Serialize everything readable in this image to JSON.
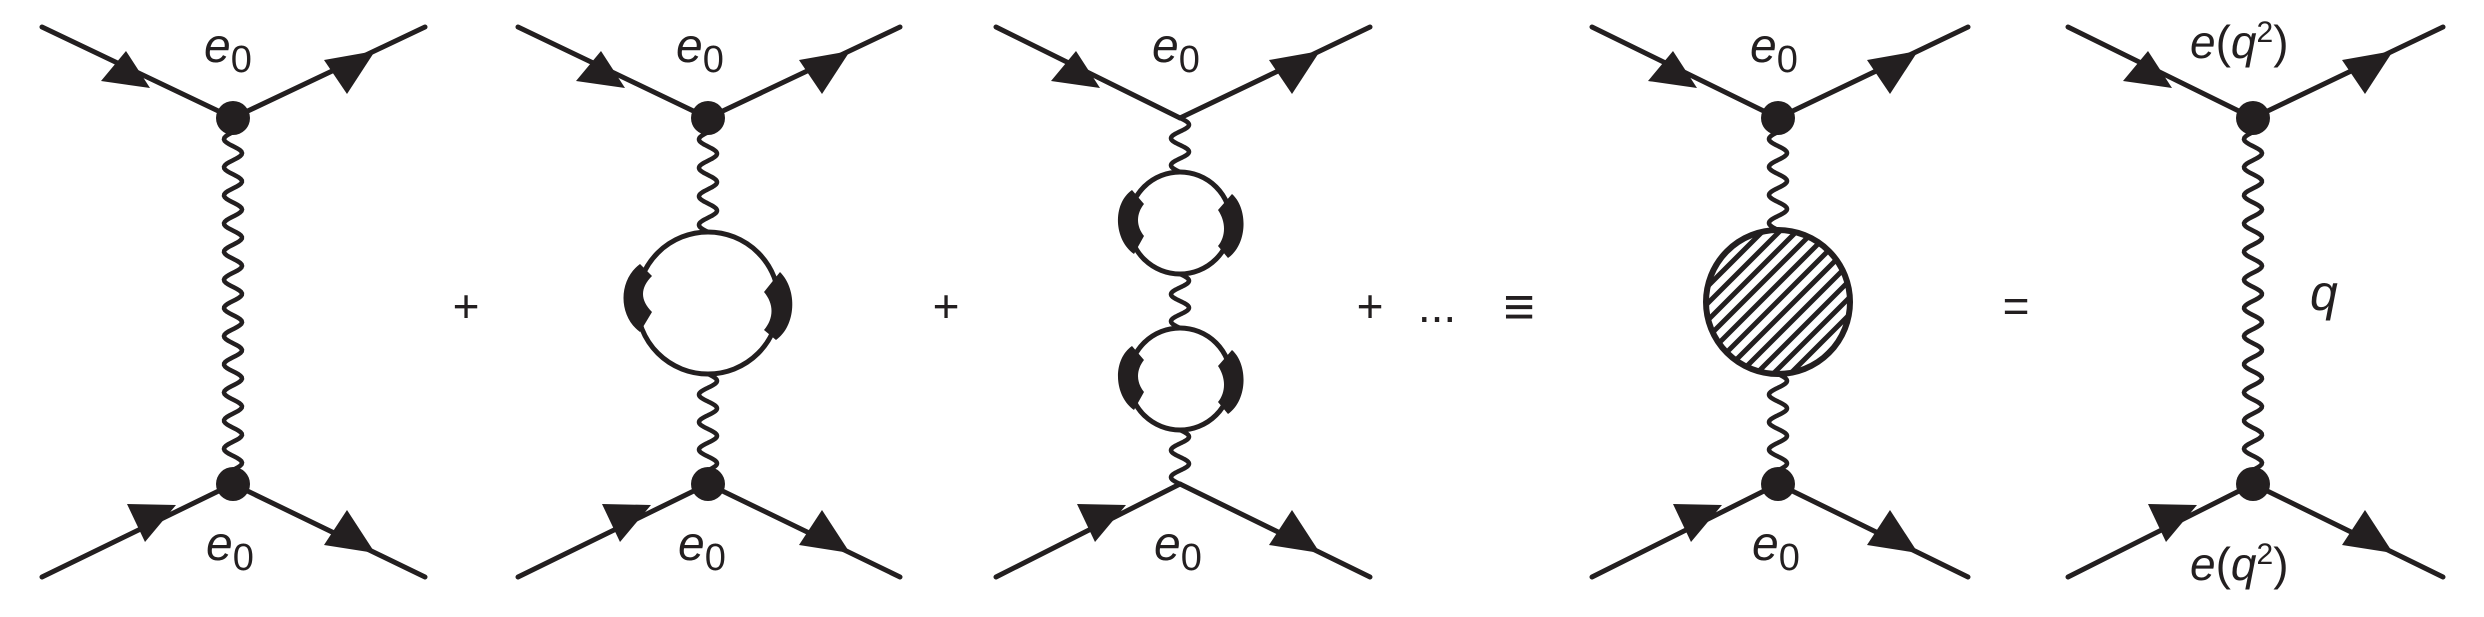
{
  "labels": {
    "d1_top": "e0",
    "d1_bottom": "e0",
    "d2_top": "e0",
    "d2_bottom": "e0",
    "d3_top": "e0",
    "d3_bottom": "e0",
    "d4_top": "e0",
    "d4_bottom": "e0",
    "d5_top": "e(q2)",
    "d5_bottom": "e(q2)",
    "d5_momentum": "q"
  },
  "label_parts": {
    "charge_symbol": "e",
    "bare_subscript": "0",
    "open_paren": "(",
    "momentum_symbol": "q",
    "squared": "2",
    "close_paren": ")"
  },
  "operators": {
    "plus_1": "+",
    "plus_2": "+",
    "plus_3": "+",
    "ellipsis": "...",
    "equivalent": "≡",
    "equals": "="
  },
  "colors": {
    "ink": "#231f20",
    "background": "#ffffff"
  }
}
